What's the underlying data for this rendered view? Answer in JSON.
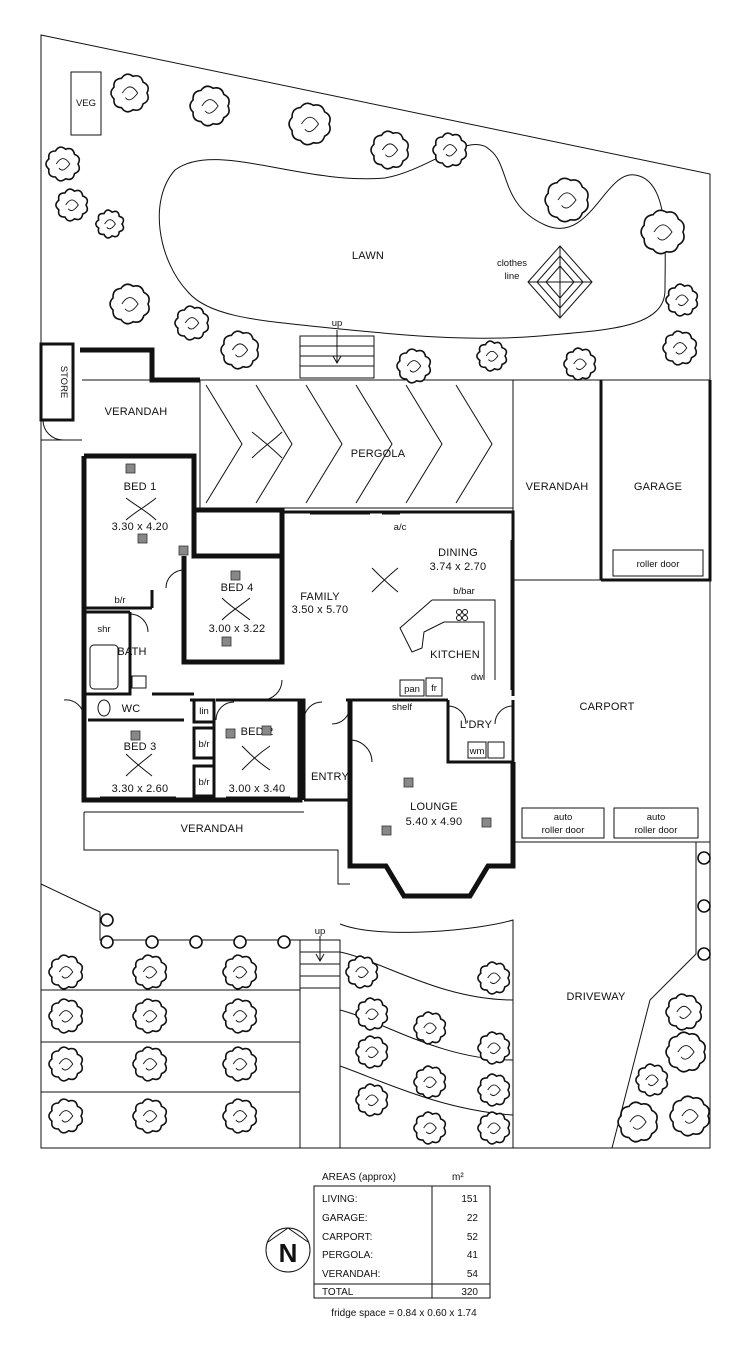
{
  "rooms": {
    "veg": "VEG",
    "store": "STORE",
    "lawn": "LAWN",
    "clothes_line_1": "clothes",
    "clothes_line_2": "line",
    "up_top": "up",
    "up_bottom": "up",
    "verandah_left": "VERANDAH",
    "pergola": "PERGOLA",
    "verandah_right": "VERANDAH",
    "garage": "GARAGE",
    "roller_door": "roller door",
    "bed1": "BED 1",
    "bed1_dims": "3.30 x 4.20",
    "blr1": "b/r",
    "bed4": "BED 4",
    "bed4_dims": "3.00 x 3.22",
    "family": "FAMILY",
    "family_dims": "3.50 x 5.70",
    "ac": "a/c",
    "dining": "DINING",
    "dining_dims": "3.74 x 2.70",
    "bbar": "b/bar",
    "kitchen": "KITCHEN",
    "dw": "dw",
    "pan": "pan",
    "fr": "fr",
    "shr": "shr",
    "bath": "BATH",
    "wc": "WC",
    "lin": "lin",
    "blr2": "b/r",
    "blr3": "b/r",
    "bed3": "BED 3",
    "bed3_dims": "3.30 x 2.60",
    "bed2": "BED 2",
    "bed2_dims": "3.00 x 3.40",
    "shelf": "shelf",
    "ldry": "L'DRY",
    "wm": "wm",
    "entry": "ENTRY",
    "lounge": "LOUNGE",
    "lounge_dims": "5.40 x 4.90",
    "carport": "CARPORT",
    "verandah_front": "VERANDAH",
    "auto": "auto",
    "roller_door_a": "roller door",
    "auto_b": "auto",
    "roller_door_b": "roller door",
    "driveway": "DRIVEWAY"
  },
  "areas": {
    "header_label": "AREAS (approx)",
    "header_unit": "m²",
    "rows": [
      {
        "label": "LIVING:",
        "value": "151"
      },
      {
        "label": "GARAGE:",
        "value": "22"
      },
      {
        "label": "CARPORT:",
        "value": "52"
      },
      {
        "label": "PERGOLA:",
        "value": "41"
      },
      {
        "label": "VERANDAH:",
        "value": "54"
      }
    ],
    "total_label": "TOTAL",
    "total_value": "320",
    "fridge_note": "fridge space = 0.84 x 0.60 x 1.74"
  },
  "compass": {
    "letter": "N",
    "icon": "north-arrow-icon"
  },
  "colors": {
    "ink": "#111111",
    "fixture_grey": "#888888",
    "paper": "#ffffff"
  }
}
